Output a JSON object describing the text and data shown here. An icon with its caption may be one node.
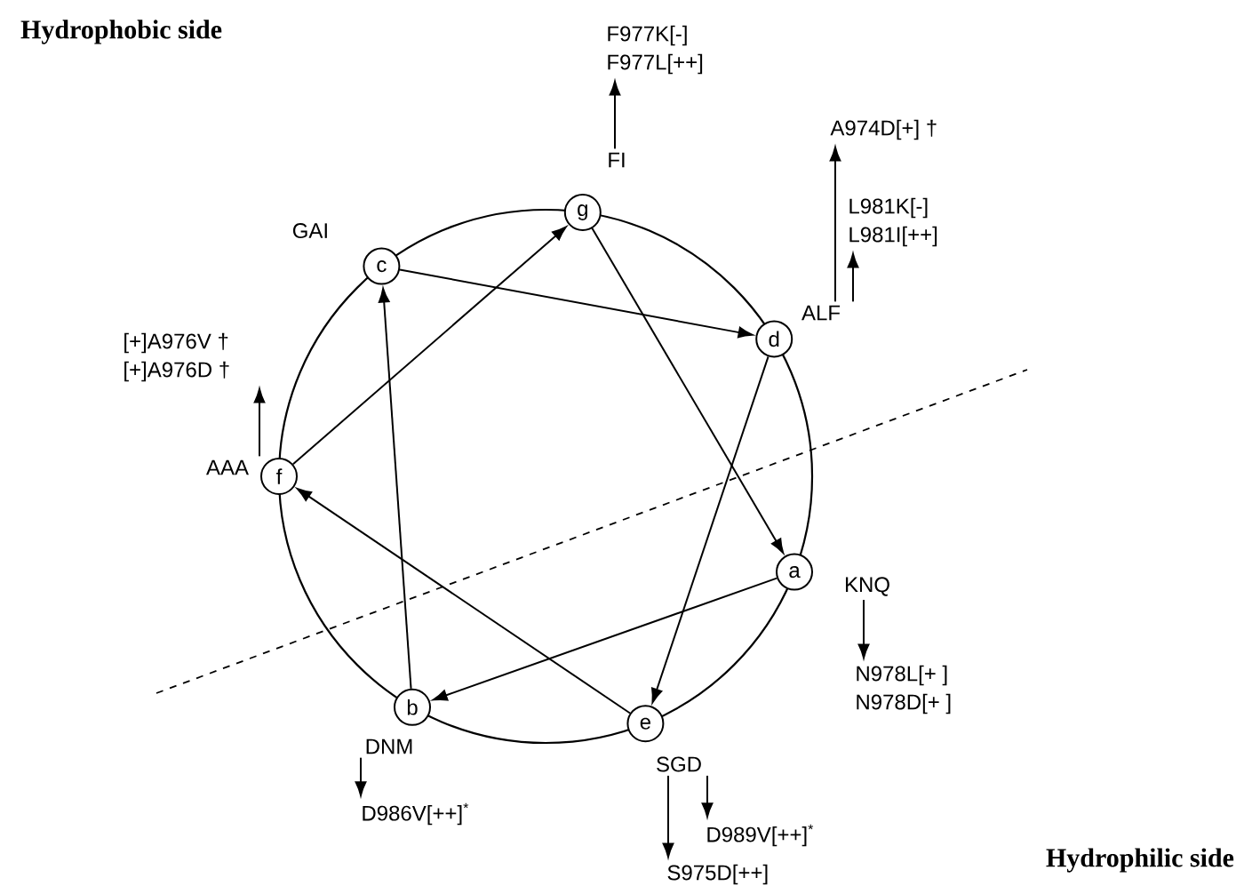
{
  "diagram": {
    "nodes": [
      {
        "text": [
          "F977K[-]",
          "F977L[++]"
        ]
      },
      {
        "text": [
          "FI"
        ]
      },
      {
        "text": [
          "A974D[+] †"
        ]
      },
      {
        "text": [
          "L981K[-]",
          "L981I[++]"
        ]
      },
      {
        "text": [
          "g"
        ]
      },
      {
        "text": [
          "c"
        ],
        "beside": [
          "GAI"
        ]
      },
      {
        "text": [
          "ALF"
        ]
      },
      {
        "text": [
          "d"
        ]
      },
      {
        "text": [
          "[+]A976V †",
          "[+]A976D †"
        ]
      },
      {
        "text": [
          "AAA"
        ]
      },
      {
        "text": [
          "f"
        ]
      },
      {
        "text": [
          "a"
        ]
      },
      {
        "text": [
          "KNQ"
        ]
      },
      {
        "text": [
          "N978L[+ ]",
          "N978D[+ ]"
        ]
      },
      {
        "text": [
          "b"
        ]
      },
      {
        "text": [
          "e"
        ]
      },
      {
        "text": [
          "DNM"
        ]
      },
      {
        "text": [
          "SGD"
        ]
      },
      {
        "text": [
          "D986V[++]$^{*}$"
        ]
      },
      {
        "text": [
          "D989V[++]$^{*}$"
        ]
      },
      {
        "text": [
          "S975D[++]"
        ]
      }
    ],
    "edges": [
      {
        "from": 11,
        "to": 14,
        "arrow": "to"
      },
      {
        "from": 14,
        "to": 5,
        "arrow": "to"
      },
      {
        "from": 5,
        "to": 7,
        "arrow": "to"
      },
      {
        "from": 7,
        "to": 15,
        "arrow": "to"
      },
      {
        "from": 15,
        "to": 10,
        "arrow": "to"
      },
      {
        "from": 10,
        "to": 4,
        "arrow": "to"
      },
      {
        "from": 4,
        "to": 11,
        "arrow": "to"
      },
      {
        "from": 1,
        "to": 0,
        "arrow": "to"
      },
      {
        "from": 6,
        "to": 2,
        "arrow": "to"
      },
      {
        "from": 6,
        "to": 3,
        "arrow": "to"
      },
      {
        "from": 9,
        "to": 8,
        "arrow": "to"
      },
      {
        "from": 12,
        "to": 13,
        "arrow": "to"
      },
      {
        "from": 16,
        "to": 18,
        "arrow": "to"
      },
      {
        "from": 17,
        "to": 19,
        "arrow": "to"
      },
      {
        "from": 17,
        "to": 20,
        "arrow": "to"
      }
    ],
    "labels": [
      "Hydrophobic side",
      "Hydrophilic side"
    ]
  }
}
